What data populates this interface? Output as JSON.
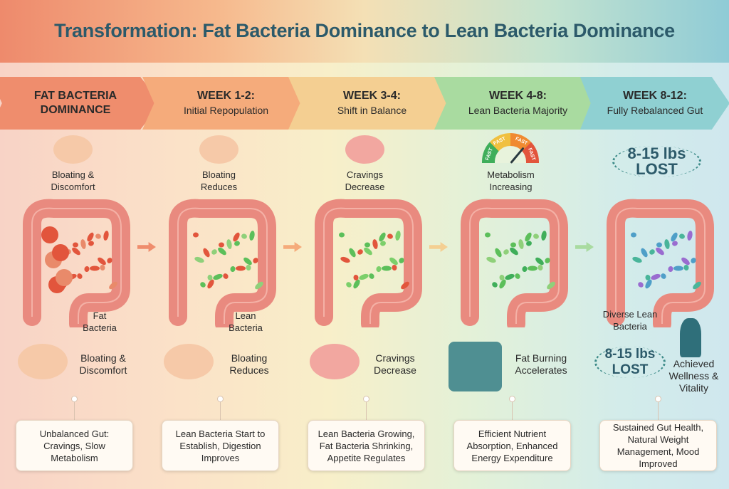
{
  "title": "Transformation: Fat Bacteria Dominance to Lean Bacteria Dominance",
  "colors": {
    "fat_bacteria": "#e2553c",
    "lean_bacteria": "#5cbf5a",
    "diverse": "#4f9fc8",
    "gut": "#e98a7f",
    "title": "#2c5a6a"
  },
  "stages": [
    {
      "head1": "FAT BACTERIA",
      "head2": "DOMINANCE",
      "top_label": "Bloating & Discomfort",
      "top_icon": "bloated-belly-icon",
      "gut_label": "Fat Bacteria",
      "bottom_label": "Bloating & Discomfort",
      "bottom_icon": "bloated-belly-icon",
      "summary": "Unbalanced Gut: Cravings, Slow Metabolism",
      "color": "#ef8d6d"
    },
    {
      "head1": "WEEK 1-2:",
      "head2": "Initial Repopulation",
      "top_label": "Bloating Reduces",
      "top_icon": "slim-belly-icon",
      "gut_label": "Lean Bacteria",
      "bottom_label": "Bloating Reduces",
      "bottom_icon": "slim-belly-icon",
      "summary": "Lean Bacteria Start to Establish, Digestion Improves",
      "color": "#f5ab7b"
    },
    {
      "head1": "WEEK 3-4:",
      "head2": "Shift in Balance",
      "top_label": "Cravings Decrease",
      "top_icon": "brain-icon",
      "bottom_label": "Cravings Decrease",
      "bottom_icon": "brain-no-junk-food-icon",
      "summary": "Lean Bacteria Growing, Fat Bacteria Shrinking, Appetite Regulates",
      "color": "#f4cf92"
    },
    {
      "head1": "WEEK 4-8:",
      "head2": "Lean Bacteria Majority",
      "top_label": "Metabolism Increasing",
      "top_icon": "speedometer-flame-icon",
      "gauge_labels": [
        "FAST",
        "FAST",
        "FAST",
        "FAST"
      ],
      "bottom_label": "Fat Burning Accelerates",
      "bottom_icon": "scale-down-trend-icon",
      "summary": "Efficient Nutrient Absorption, Enhanced Energy Expenditure",
      "color": "#a9dba0"
    },
    {
      "head1": "WEEK 8-12:",
      "head2": "Fully Rebalanced Gut",
      "top_badge1": "8-15 lbs",
      "top_badge2": "LOST",
      "gut_label": "Diverse Lean Bacteria",
      "bottom_badge1": "8-15 lbs",
      "bottom_badge2": "LOST",
      "bottom_label": "Achieved Wellness & Vitality",
      "bottom_icon": "celebrating-person-icon",
      "summary": "Sustained Gut Health, Natural Weight Management, Mood Improved",
      "color": "#8fd0d2"
    }
  ]
}
